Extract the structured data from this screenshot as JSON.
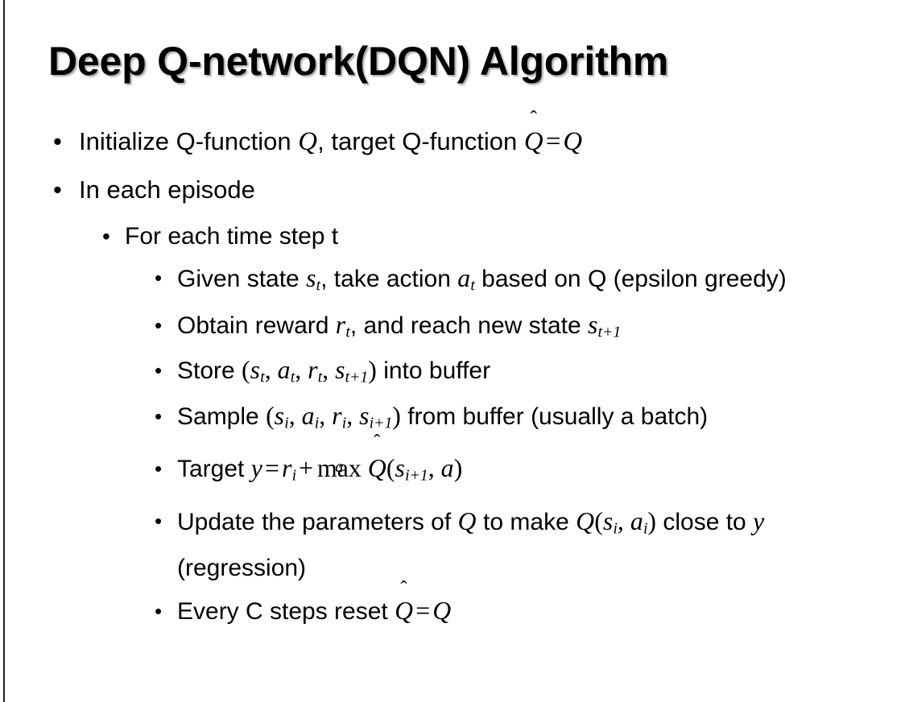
{
  "slide": {
    "title": "Deep Q-network(DQN) Algorithm",
    "background_color": "#ffffff",
    "text_color": "#000000",
    "edge_rule_color": "#231f20"
  },
  "bullets": {
    "b1": {
      "marker": "•",
      "pre": "Initialize Q-function ",
      "var_q1": "Q",
      "mid": ", target Q-function ",
      "var_qhat": "Q",
      "hat": "̂",
      "eq": "=",
      "var_q2": "Q"
    },
    "b2": {
      "marker": "•",
      "text": "In each episode"
    },
    "b3": {
      "marker": "•",
      "text": "For each time step t"
    },
    "b4": {
      "marker": "•",
      "pre": "Given state ",
      "var_s": "s",
      "sub_s": "t",
      "mid": ", take action ",
      "var_a": "a",
      "sub_a": "t",
      "post": " based on Q (epsilon greedy)"
    },
    "b5": {
      "marker": "•",
      "pre": "Obtain reward ",
      "var_r": "r",
      "sub_r": "t",
      "mid": ", and reach new state ",
      "var_s": "s",
      "sub_s": "t+1"
    },
    "b6": {
      "marker": "•",
      "pre": "Store ",
      "paren_open": "(",
      "v1": "s",
      "v1s": "t",
      "sep1": ", ",
      "v2": "a",
      "v2s": "t",
      "sep2": ", ",
      "v3": "r",
      "v3s": "t",
      "sep3": ", ",
      "v4": "s",
      "v4s": "t+1",
      "paren_close": ")",
      "post": " into buffer"
    },
    "b7": {
      "marker": "•",
      "pre": "Sample ",
      "paren_open": "(",
      "v1": "s",
      "v1s": "i",
      "sep1": ", ",
      "v2": "a",
      "v2s": "i",
      "sep2": ", ",
      "v3": "r",
      "v3s": "i",
      "sep3": ", ",
      "v4": "s",
      "v4s": "i+1",
      "paren_close": ")",
      "post": " from buffer (usually a batch)"
    },
    "b8": {
      "marker": "•",
      "pre": "Target ",
      "var_y": "y",
      "eq": "=",
      "var_r": "r",
      "sub_r": "i",
      "plus": "+",
      "max_label": "max",
      "max_under": "a",
      "var_qhat": "Q",
      "hat": "̂",
      "paren_open": "(",
      "var_s": "s",
      "sub_s": "i+1",
      "sep": ", ",
      "var_a": "a",
      "paren_close": ")"
    },
    "b9": {
      "marker": "•",
      "pre": "Update the parameters of ",
      "var_q1": "Q",
      "mid": " to make ",
      "var_q2": "Q",
      "paren_open": "(",
      "v1": "s",
      "v1s": "i",
      "sep1": ", ",
      "v2": "a",
      "v2s": "i",
      "paren_close": ")",
      "post": " close to ",
      "var_y": "y",
      "tail": " (regression)"
    },
    "b10": {
      "marker": "•",
      "pre": "Every C steps reset ",
      "var_qhat": "Q",
      "hat": "̂",
      "eq": "=",
      "var_q": "Q"
    }
  }
}
